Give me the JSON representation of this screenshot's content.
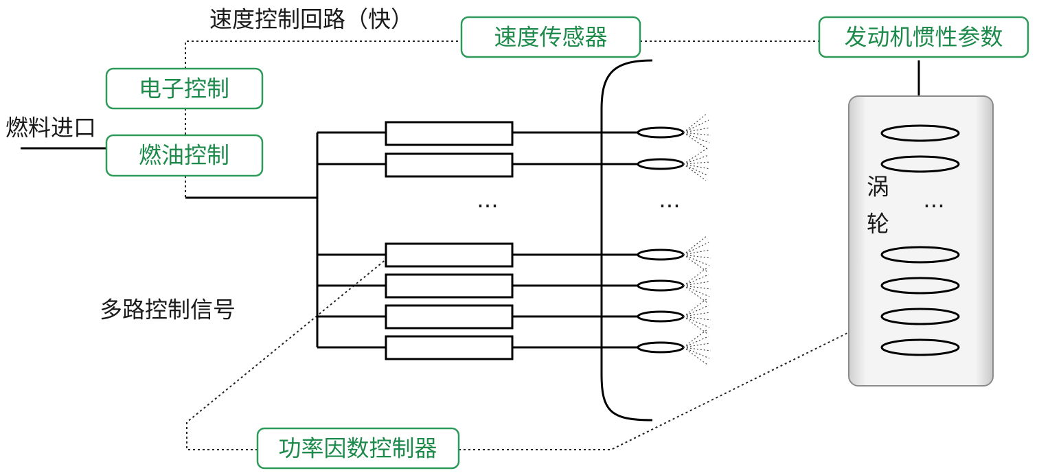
{
  "labels": {
    "speed_loop": "速度控制回路（快）",
    "fuel_inlet": "燃料进口",
    "multi_signal": "多路控制信号",
    "turbine_char1": "涡",
    "turbine_char2": "轮",
    "ellipsis": "···"
  },
  "boxes": {
    "speed_sensor": "速度传感器",
    "engine_inertia": "发动机惯性参数",
    "electronic_control": "电子控制",
    "fuel_control": "燃油控制",
    "pf_controller": "功率因数控制器"
  },
  "colors": {
    "box_border": "#2e9a5a",
    "box_text": "#1e8a4c",
    "line": "#000000"
  }
}
